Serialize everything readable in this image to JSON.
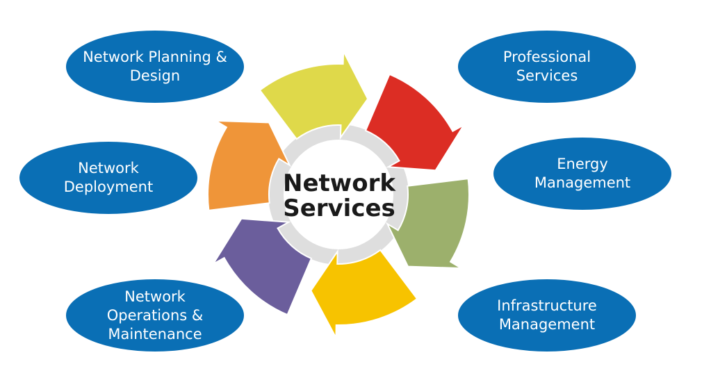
{
  "colors": {
    "oval_fill": "#0a6fb5",
    "oval_text": "#ffffff",
    "ring_gray": "#dedede",
    "segment_yellow_green": "#dfd94a",
    "segment_red": "#dc2d24",
    "segment_olive_green": "#9cb06c",
    "segment_gold": "#f7c300",
    "segment_purple": "#6b5e9c",
    "segment_orange": "#ef9539"
  },
  "center": {
    "title": "Network\nServices"
  },
  "services": {
    "planning": "Network Planning &\nDesign",
    "deployment": "Network\nDeployment",
    "operations": "Network\nOperations &\nMaintenance",
    "professional": "Professional\nServices",
    "energy": "Energy\nManagement",
    "infrastructure": "Infrastructure\nManagement"
  }
}
